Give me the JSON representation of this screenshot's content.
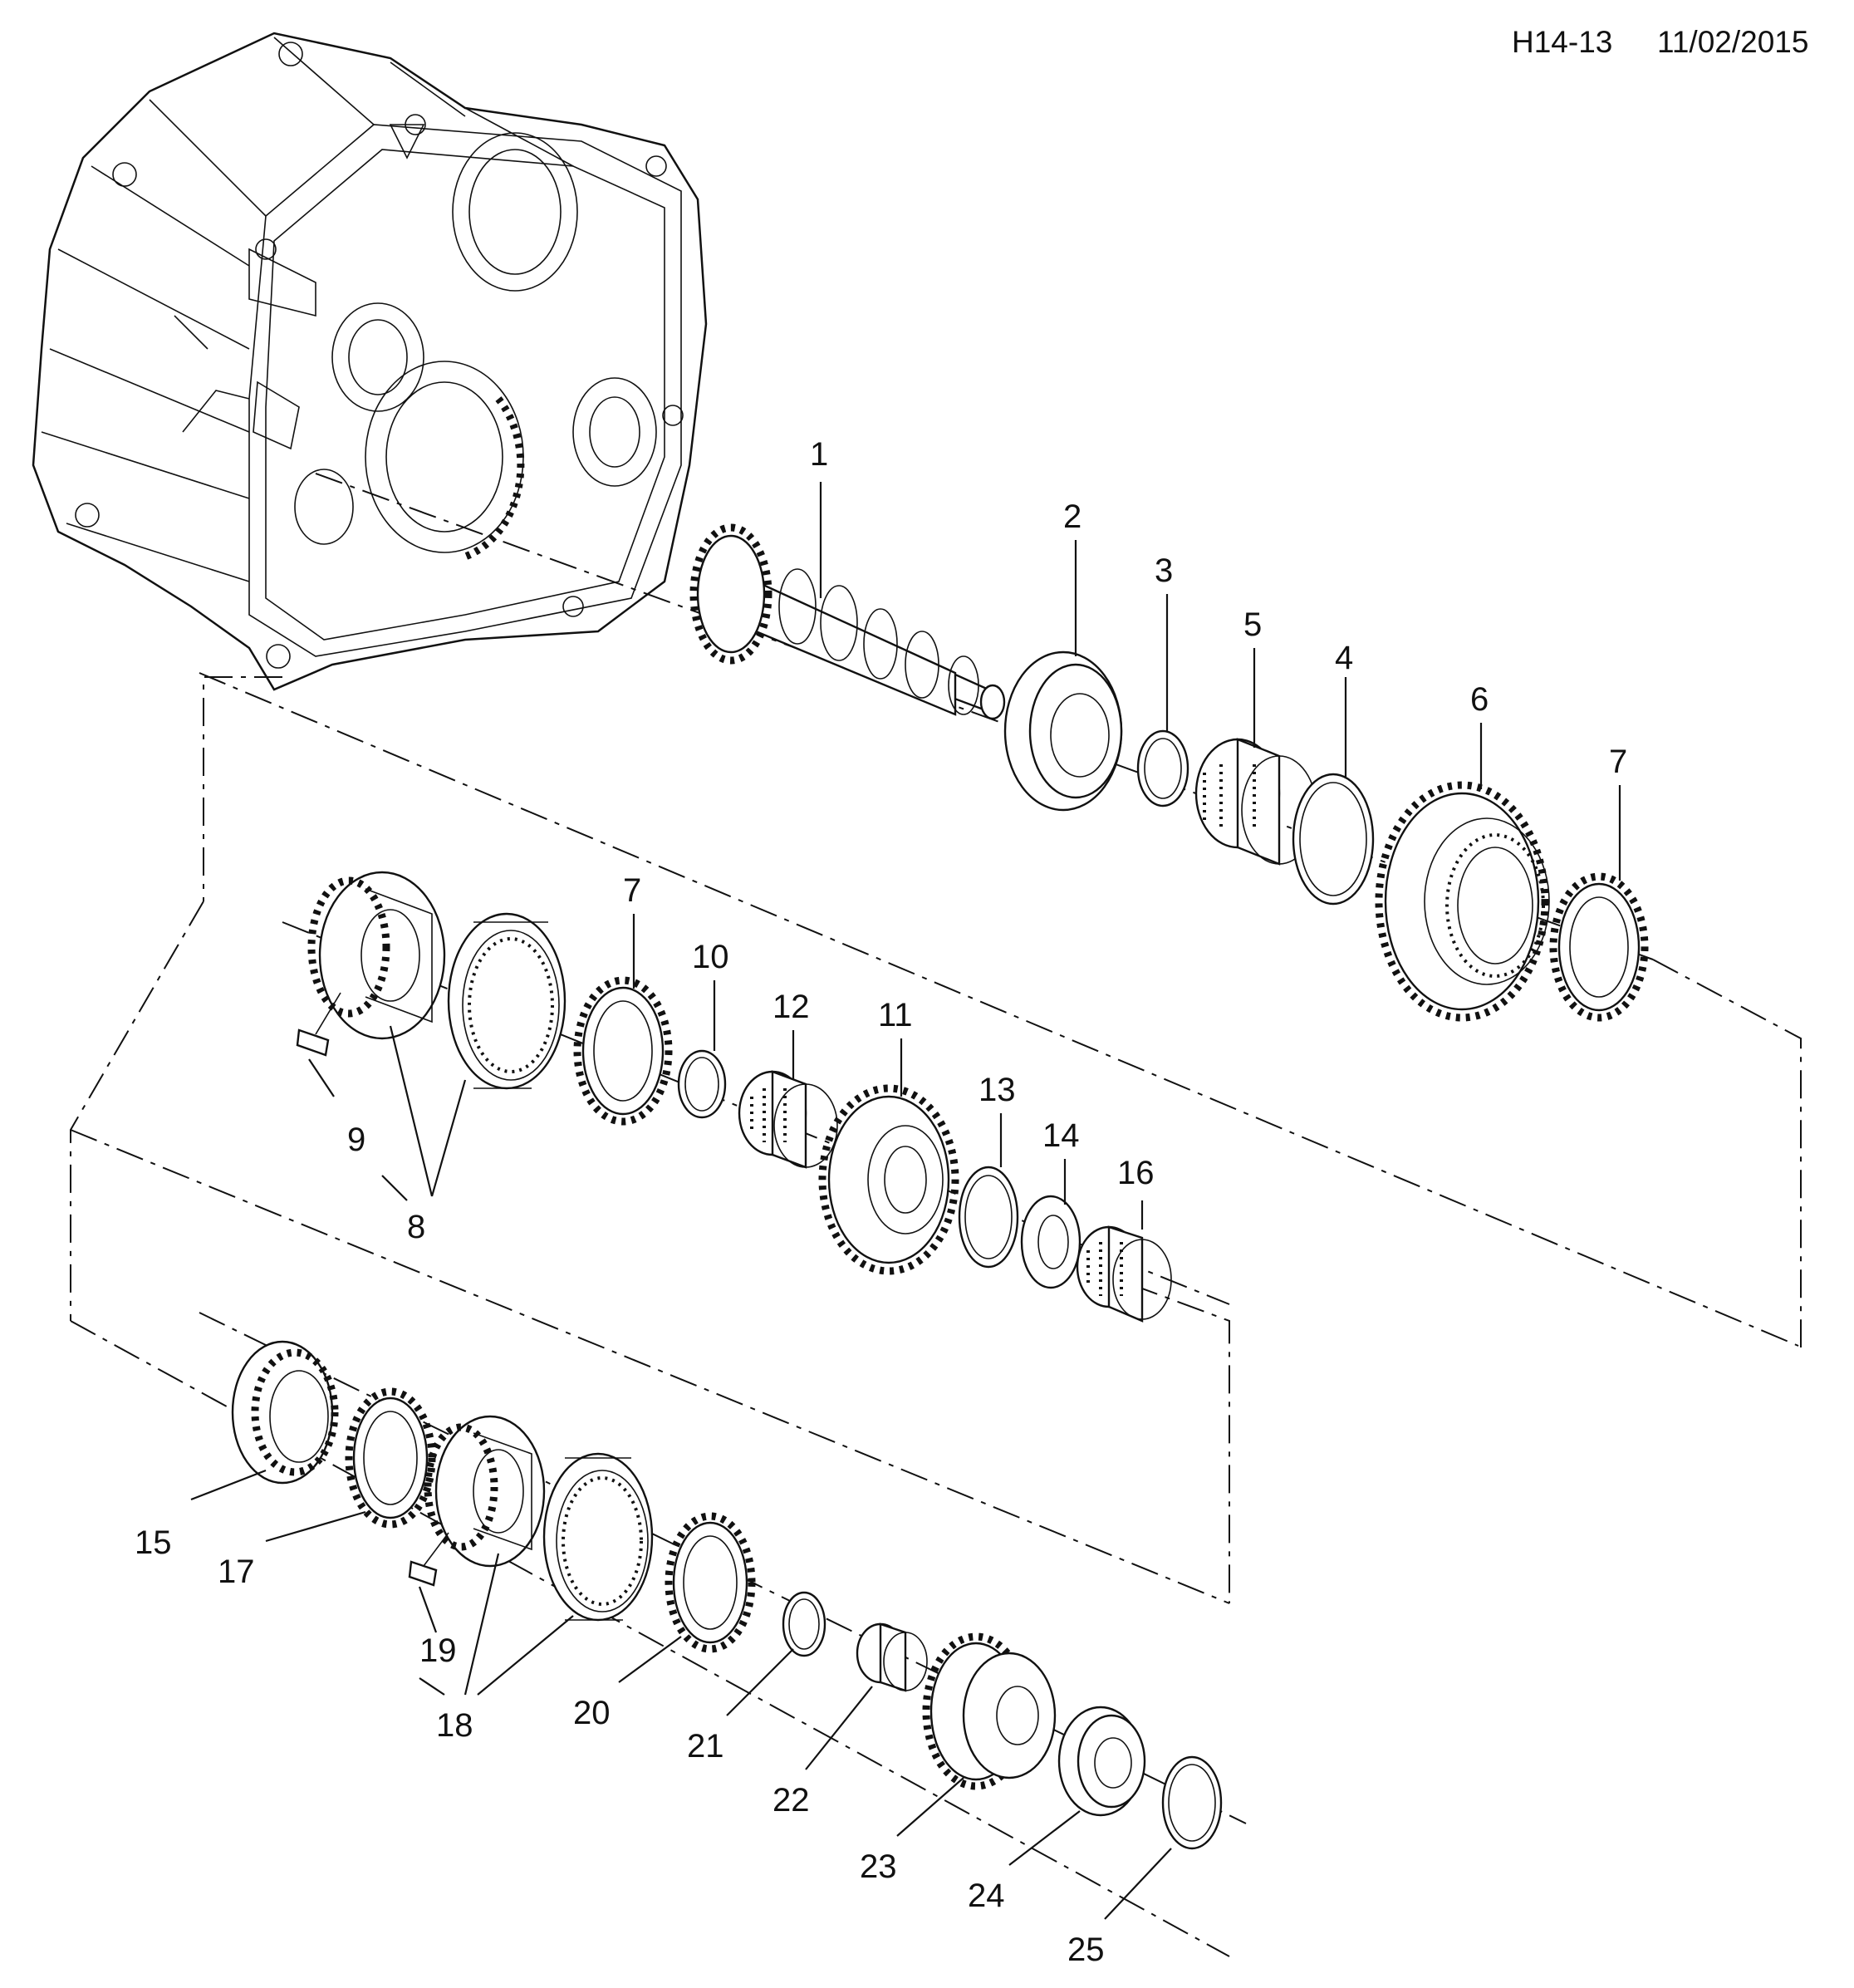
{
  "header": {
    "code": "H14-13",
    "date": "11/02/2015"
  },
  "callouts": [
    "1",
    "2",
    "3",
    "4",
    "5",
    "6",
    "7",
    "7",
    "8",
    "9",
    "10",
    "11",
    "12",
    "13",
    "14",
    "15",
    "16",
    "17",
    "18",
    "19",
    "20",
    "21",
    "22",
    "23",
    "24",
    "25"
  ]
}
